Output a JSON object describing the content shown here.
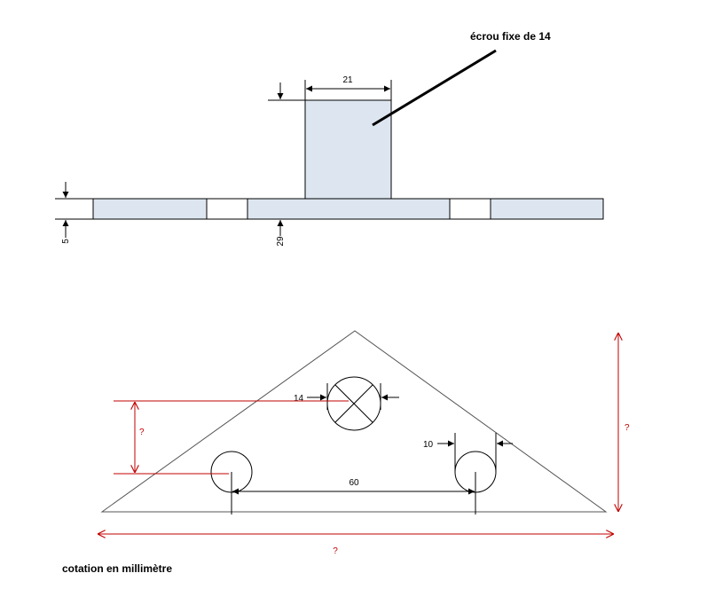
{
  "labels": {
    "nut_label": "écrou fixe de 14",
    "width_21": "21",
    "thickness_5": "5",
    "offset_29": "29",
    "hole_14": "14",
    "slot_10": "10",
    "spacing_60": "60",
    "unknown_vertical_left": "?",
    "unknown_height_right": "?",
    "unknown_base": "?",
    "footer": "cotation en millimètre"
  },
  "colors": {
    "part_fill": "#dde6f0",
    "unknown_dim": "#c00000",
    "line": "#000000"
  }
}
